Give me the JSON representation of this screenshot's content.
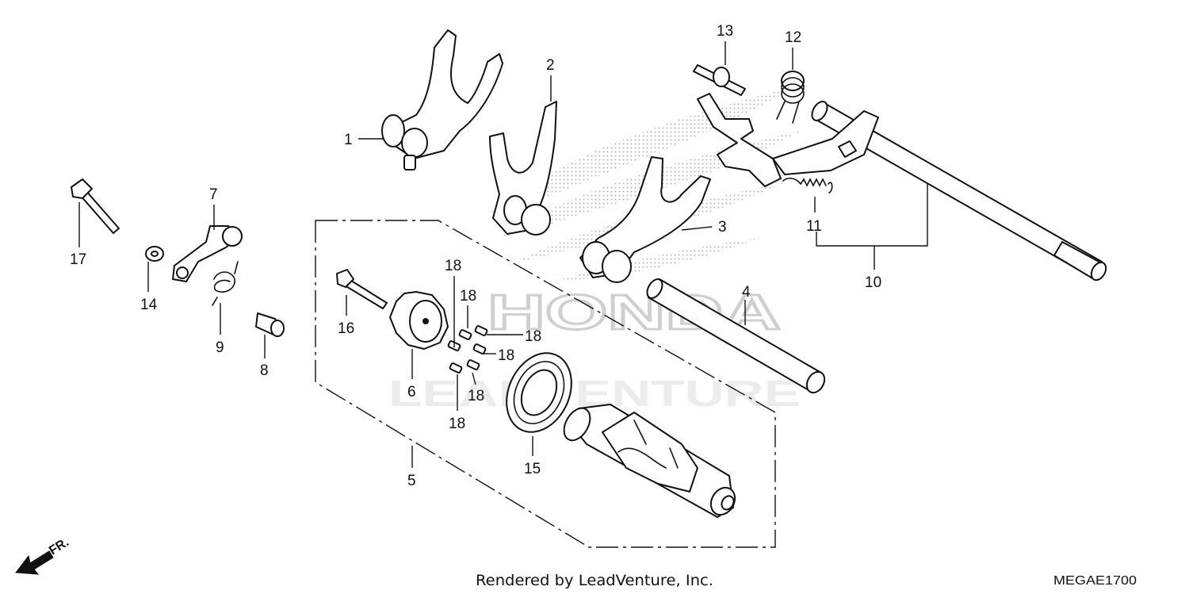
{
  "diagram": {
    "callouts": [
      "1",
      "2",
      "3",
      "4",
      "5",
      "6",
      "7",
      "8",
      "9",
      "10",
      "11",
      "12",
      "13",
      "14",
      "15",
      "16",
      "17",
      "18",
      "18",
      "18",
      "18",
      "18",
      "18"
    ],
    "watermark_brand": "HONDA",
    "watermark_text": "LEADVENTURE",
    "front_marker": "FR.",
    "credit": "Rendered by LeadVenture, Inc.",
    "diagram_code": "MEGAE1700"
  }
}
